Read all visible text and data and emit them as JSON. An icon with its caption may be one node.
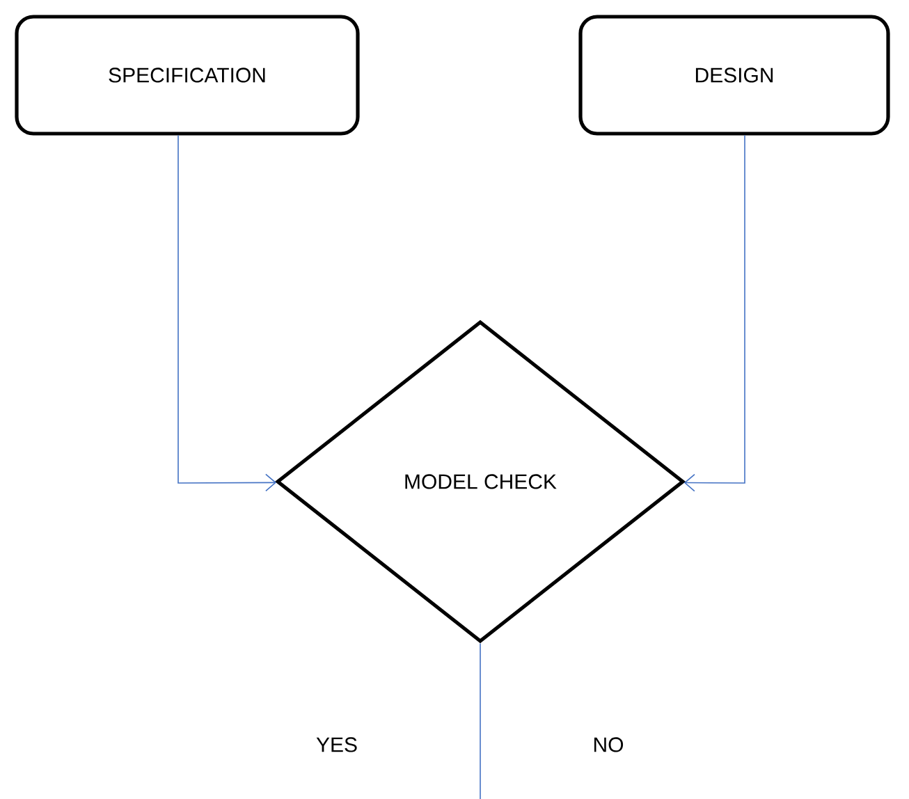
{
  "diagram": {
    "nodes": [
      {
        "text": [
          "SPECIFICATION"
        ]
      },
      {
        "text": [
          "DESIGN"
        ]
      },
      {
        "text": [
          "MODEL CHECK"
        ]
      }
    ],
    "edges": [
      {
        "from": 0,
        "to": 2,
        "arrow": "to"
      },
      {
        "from": 1,
        "to": 2,
        "arrow": "to"
      },
      {
        "from": 2,
        "to": null,
        "arrow": "none"
      }
    ],
    "labels": [
      "YES",
      "NO"
    ]
  }
}
